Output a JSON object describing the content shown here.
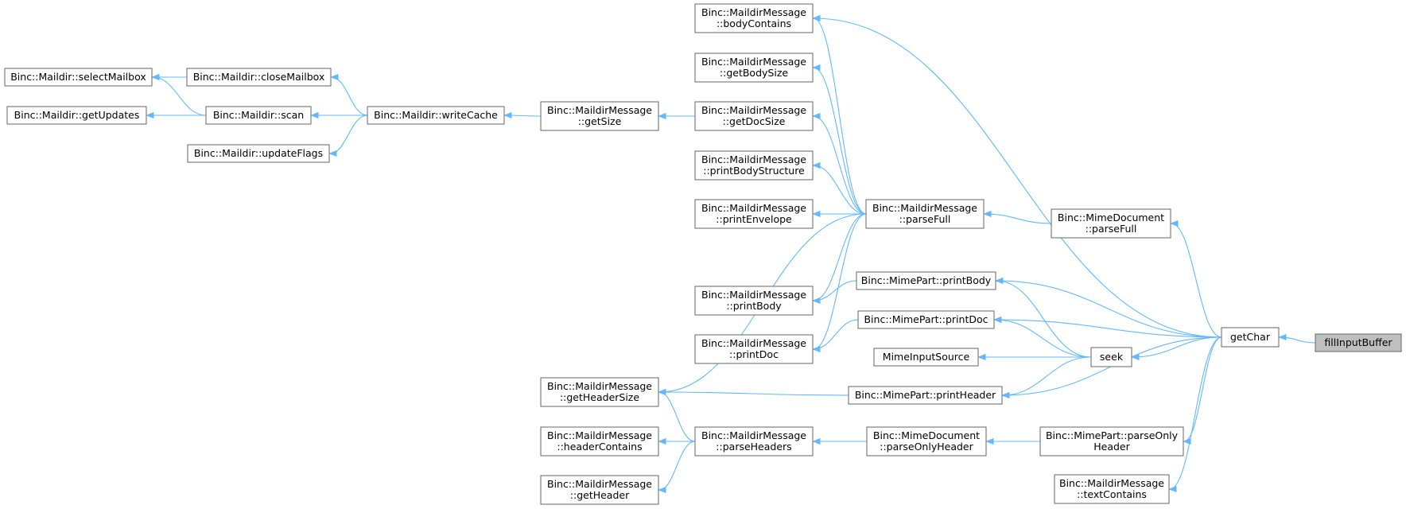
{
  "graph": {
    "root": "fillInputBuffer",
    "nodes": [
      {
        "id": "fillInputBuffer",
        "lines": [
          "fillInputBuffer"
        ]
      },
      {
        "id": "getChar",
        "lines": [
          "getChar"
        ]
      },
      {
        "id": "seek",
        "lines": [
          "seek"
        ]
      },
      {
        "id": "mimeDocParseFull",
        "lines": [
          "Binc::MimeDocument",
          "::parseFull"
        ]
      },
      {
        "id": "mimePartParseOnlyHeader",
        "lines": [
          "Binc::MimePart::parseOnly",
          "Header"
        ]
      },
      {
        "id": "mdmTextContains",
        "lines": [
          "Binc::MaildirMessage",
          "::textContains"
        ]
      },
      {
        "id": "mdmParseFull",
        "lines": [
          "Binc::MaildirMessage",
          "::parseFull"
        ]
      },
      {
        "id": "mimePartPrintBody",
        "lines": [
          "Binc::MimePart::printBody"
        ]
      },
      {
        "id": "mimePartPrintDoc",
        "lines": [
          "Binc::MimePart::printDoc"
        ]
      },
      {
        "id": "mimeInputSource",
        "lines": [
          "MimeInputSource"
        ]
      },
      {
        "id": "mimePartPrintHeader",
        "lines": [
          "Binc::MimePart::printHeader"
        ]
      },
      {
        "id": "mimeDocParseOnlyHeader",
        "lines": [
          "Binc::MimeDocument",
          "::parseOnlyHeader"
        ]
      },
      {
        "id": "mdmBodyContains",
        "lines": [
          "Binc::MaildirMessage",
          "::bodyContains"
        ]
      },
      {
        "id": "mdmGetBodySize",
        "lines": [
          "Binc::MaildirMessage",
          "::getBodySize"
        ]
      },
      {
        "id": "mdmGetDocSize",
        "lines": [
          "Binc::MaildirMessage",
          "::getDocSize"
        ]
      },
      {
        "id": "mdmPrintBodyStructure",
        "lines": [
          "Binc::MaildirMessage",
          "::printBodyStructure"
        ]
      },
      {
        "id": "mdmPrintEnvelope",
        "lines": [
          "Binc::MaildirMessage",
          "::printEnvelope"
        ]
      },
      {
        "id": "mdmPrintBody",
        "lines": [
          "Binc::MaildirMessage",
          "::printBody"
        ]
      },
      {
        "id": "mdmPrintDoc",
        "lines": [
          "Binc::MaildirMessage",
          "::printDoc"
        ]
      },
      {
        "id": "mdmParseHeaders",
        "lines": [
          "Binc::MaildirMessage",
          "::parseHeaders"
        ]
      },
      {
        "id": "mdmGetSize",
        "lines": [
          "Binc::MaildirMessage",
          "::getSize"
        ]
      },
      {
        "id": "mdmGetHeaderSize",
        "lines": [
          "Binc::MaildirMessage",
          "::getHeaderSize"
        ]
      },
      {
        "id": "mdmHeaderContains",
        "lines": [
          "Binc::MaildirMessage",
          "::headerContains"
        ]
      },
      {
        "id": "mdmGetHeader",
        "lines": [
          "Binc::MaildirMessage",
          "::getHeader"
        ]
      },
      {
        "id": "maildirWriteCache",
        "lines": [
          "Binc::Maildir::writeCache"
        ]
      },
      {
        "id": "maildirCloseMailbox",
        "lines": [
          "Binc::Maildir::closeMailbox"
        ]
      },
      {
        "id": "maildirScan",
        "lines": [
          "Binc::Maildir::scan"
        ]
      },
      {
        "id": "maildirUpdateFlags",
        "lines": [
          "Binc::Maildir::updateFlags"
        ]
      },
      {
        "id": "maildirSelectMailbox",
        "lines": [
          "Binc::Maildir::selectMailbox"
        ]
      },
      {
        "id": "maildirGetUpdates",
        "lines": [
          "Binc::Maildir::getUpdates"
        ]
      }
    ],
    "edges": [
      [
        "getChar",
        "fillInputBuffer"
      ],
      [
        "seek",
        "getChar"
      ],
      [
        "mimeDocParseFull",
        "getChar"
      ],
      [
        "mimePartParseOnlyHeader",
        "getChar"
      ],
      [
        "mdmTextContains",
        "getChar"
      ],
      [
        "mdmBodyContains",
        "getChar"
      ],
      [
        "mimePartPrintBody",
        "getChar"
      ],
      [
        "mimePartPrintDoc",
        "getChar"
      ],
      [
        "mimePartPrintHeader",
        "getChar"
      ],
      [
        "mdmParseFull",
        "mimeDocParseFull"
      ],
      [
        "mimeDocParseOnlyHeader",
        "mimePartParseOnlyHeader"
      ],
      [
        "mimePartPrintBody",
        "seek"
      ],
      [
        "mimePartPrintDoc",
        "seek"
      ],
      [
        "mimeInputSource",
        "seek"
      ],
      [
        "mimePartPrintHeader",
        "seek"
      ],
      [
        "mdmBodyContains",
        "mdmParseFull"
      ],
      [
        "mdmGetBodySize",
        "mdmParseFull"
      ],
      [
        "mdmGetDocSize",
        "mdmParseFull"
      ],
      [
        "mdmPrintBodyStructure",
        "mdmParseFull"
      ],
      [
        "mdmPrintEnvelope",
        "mdmParseFull"
      ],
      [
        "mdmPrintBody",
        "mdmParseFull"
      ],
      [
        "mdmPrintDoc",
        "mdmParseFull"
      ],
      [
        "mdmGetHeaderSize",
        "mdmParseFull"
      ],
      [
        "mdmPrintBody",
        "mimePartPrintBody"
      ],
      [
        "mdmPrintDoc",
        "mimePartPrintDoc"
      ],
      [
        "mdmGetHeaderSize",
        "mimePartPrintHeader"
      ],
      [
        "mdmParseHeaders",
        "mimeDocParseOnlyHeader"
      ],
      [
        "mdmGetHeaderSize",
        "mdmParseHeaders"
      ],
      [
        "mdmHeaderContains",
        "mdmParseHeaders"
      ],
      [
        "mdmGetHeader",
        "mdmParseHeaders"
      ],
      [
        "mdmGetSize",
        "mdmGetDocSize"
      ],
      [
        "maildirWriteCache",
        "mdmGetSize"
      ],
      [
        "maildirCloseMailbox",
        "maildirWriteCache"
      ],
      [
        "maildirScan",
        "maildirWriteCache"
      ],
      [
        "maildirUpdateFlags",
        "maildirWriteCache"
      ],
      [
        "maildirSelectMailbox",
        "maildirCloseMailbox"
      ],
      [
        "maildirSelectMailbox",
        "maildirScan"
      ],
      [
        "maildirGetUpdates",
        "maildirScan"
      ]
    ]
  },
  "colors": {
    "edge": "#63b8ff",
    "node_border": "#666666",
    "root_fill": "#bfbfbf"
  }
}
